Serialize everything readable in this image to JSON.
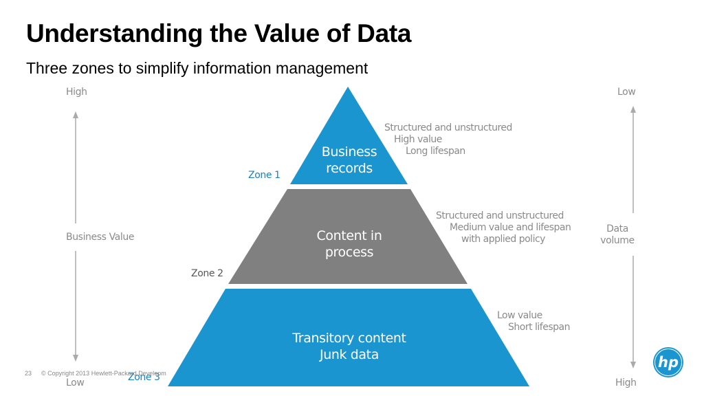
{
  "title": "Understanding the Value of Data",
  "subtitle": "Three zones to simplify information management",
  "left_axis": {
    "top": "High",
    "middle": "Business Value",
    "bottom": "Low"
  },
  "right_axis": {
    "top": "Low",
    "middle_line1": "Data",
    "middle_line2": "volume",
    "bottom": "High"
  },
  "tiers": [
    {
      "zone": "Zone 1",
      "label_line1": "Business",
      "label_line2": "records",
      "desc": [
        "Structured and unstructured",
        "High value",
        "Long lifespan"
      ]
    },
    {
      "zone": "Zone 2",
      "label_line1": "Content in",
      "label_line2": "process",
      "desc": [
        "Structured and unstructured",
        "Medium value and lifespan",
        "with applied policy"
      ]
    },
    {
      "zone": "Zone 3",
      "label_line1": "Transitory content",
      "label_line2": "Junk data",
      "desc": [
        "Low value",
        "Short lifespan"
      ]
    }
  ],
  "footer": {
    "page_number": "23",
    "copyright": "© Copyright 2013 Hewlett-Packard Developm"
  },
  "logo": {
    "text": "hp",
    "icon": "hp-logo-icon"
  },
  "colors": {
    "blue": "#1a95d0",
    "gray": "#808080",
    "zone_blue": "#1a7fc0",
    "zone_gray": "#555555",
    "annotation": "#8a8a8a"
  }
}
